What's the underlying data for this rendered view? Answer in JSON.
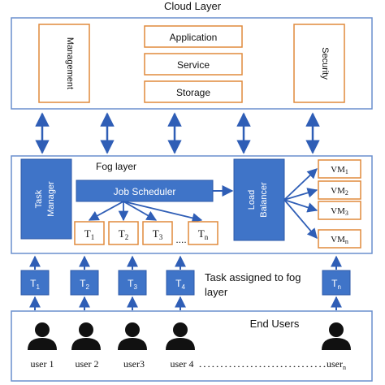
{
  "cloud": {
    "title": "Cloud Layer",
    "management": "Management",
    "application": "Application",
    "service": "Service",
    "storage": "Storage",
    "security": "Security"
  },
  "fog": {
    "title": "Fog layer",
    "task_manager": [
      "Task",
      "Manager"
    ],
    "job_scheduler": "Job Scheduler",
    "load_balancer": [
      "Load",
      "Balancer"
    ],
    "tasks": [
      {
        "base": "T",
        "sub": "1"
      },
      {
        "base": "T",
        "sub": "2"
      },
      {
        "base": "T",
        "sub": "3"
      },
      {
        "base": "T",
        "sub": "n"
      }
    ],
    "task_dots": "....",
    "vms": [
      {
        "base": "VM",
        "sub": "1"
      },
      {
        "base": "VM",
        "sub": "2"
      },
      {
        "base": "VM",
        "sub": "3"
      },
      {
        "base": "VM",
        "sub": "n"
      }
    ]
  },
  "assigned": {
    "tasks": [
      {
        "base": "T",
        "sub": "1"
      },
      {
        "base": "T",
        "sub": "2"
      },
      {
        "base": "T",
        "sub": "3"
      },
      {
        "base": "T",
        "sub": "4"
      },
      {
        "base": "T",
        "sub": "n"
      }
    ],
    "label_line1": "Task assigned to fog",
    "label_line2": "layer"
  },
  "end_users": {
    "title": "End Users",
    "users": [
      "user 1",
      "user 2",
      "user3",
      "user 4"
    ],
    "dots": "…………………………",
    "last_user": {
      "base": "user",
      "sub": "n"
    }
  },
  "colors": {
    "blue_fill": "#3f74c8",
    "blue_border": "#2d5aa8",
    "orange_border": "#e08a3c",
    "panel_border": "#6a8fce",
    "arrow": "#2f5eb6",
    "person": "#111111"
  }
}
